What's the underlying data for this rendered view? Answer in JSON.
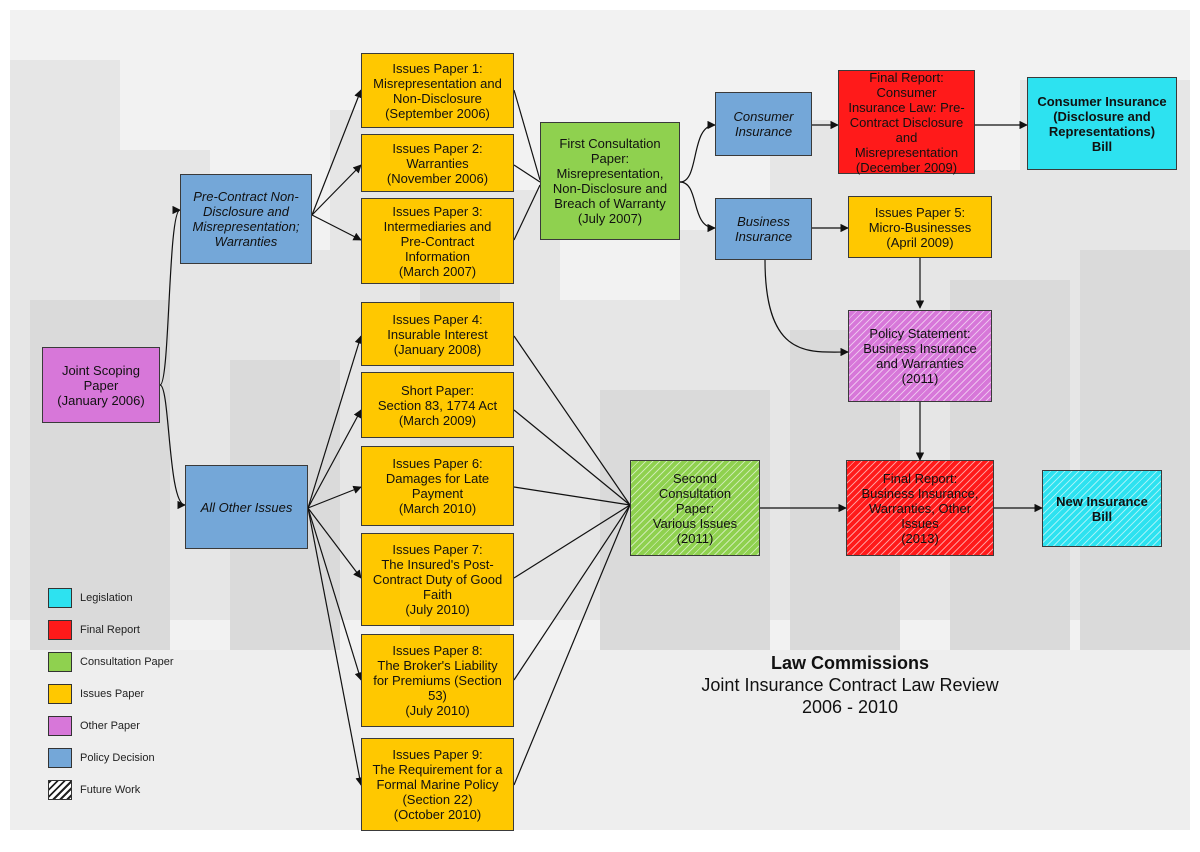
{
  "nodes": {
    "joint_scoping": "Joint Scoping\nPaper\n(January 2006)",
    "pre_contract": "Pre-Contract Non-\nDisclosure and\nMisrepresentation;\nWarranties",
    "all_other": "All Other Issues",
    "ip1": "Issues Paper 1:\nMisrepresentation and\nNon-Disclosure\n(September 2006)",
    "ip2": "Issues Paper 2:\nWarranties\n(November 2006)",
    "ip3": "Issues Paper 3:\nIntermediaries and\nPre-Contract\nInformation\n(March 2007)",
    "ip4": "Issues Paper 4:\nInsurable Interest\n(January 2008)",
    "short_paper": "Short Paper:\nSection 83, 1774 Act\n(March 2009)",
    "ip6": "Issues Paper 6:\nDamages for Late\nPayment\n(March 2010)",
    "ip7": "Issues Paper 7:\nThe Insured's Post-\nContract Duty of Good\nFaith\n(July 2010)",
    "ip8": "Issues Paper 8:\nThe Broker's Liability\nfor Premiums (Section\n53)\n(July 2010)",
    "ip9": "Issues Paper 9:\nThe Requirement for a\nFormal Marine Policy\n(Section 22)\n(October 2010)",
    "first_consult": "First Consultation\nPaper:\nMisrepresentation,\nNon-Disclosure and\nBreach of Warranty\n(July 2007)",
    "second_consult": "Second\nConsultation\nPaper:\nVarious Issues\n(2011)",
    "consumer_ins": "Consumer\nInsurance",
    "business_ins": "Business\nInsurance",
    "final_consumer": "Final Report: Consumer\nInsurance Law: Pre-\nContract Disclosure and\nMisrepresentation\n(December 2009)",
    "consumer_bill": "Consumer Insurance\n(Disclosure and\nRepresentations)\nBill",
    "ip5": "Issues Paper 5:\nMicro-Businesses\n(April 2009)",
    "policy_statement": "Policy Statement:\nBusiness Insurance\nand Warranties\n(2011)",
    "final_business": "Final Report:\nBusiness Insurance,\nWarranties, Other\nIssues\n(2013)",
    "new_bill": "New Insurance\nBill"
  },
  "legend": [
    {
      "label": "Legislation",
      "color": "#2de2f0"
    },
    {
      "label": "Final Report",
      "color": "#ff1a1a"
    },
    {
      "label": "Consultation Paper",
      "color": "#8fd14f"
    },
    {
      "label": "Issues Paper",
      "color": "#ffc800"
    },
    {
      "label": "Other Paper",
      "color": "#d777d9"
    },
    {
      "label": "Policy Decision",
      "color": "#74a7d8"
    },
    {
      "label": "Future Work",
      "color": "hatch"
    }
  ],
  "title": {
    "line1": "Law Commissions",
    "line2": "Joint Insurance Contract Law Review",
    "line3": "2006 - 2010"
  }
}
